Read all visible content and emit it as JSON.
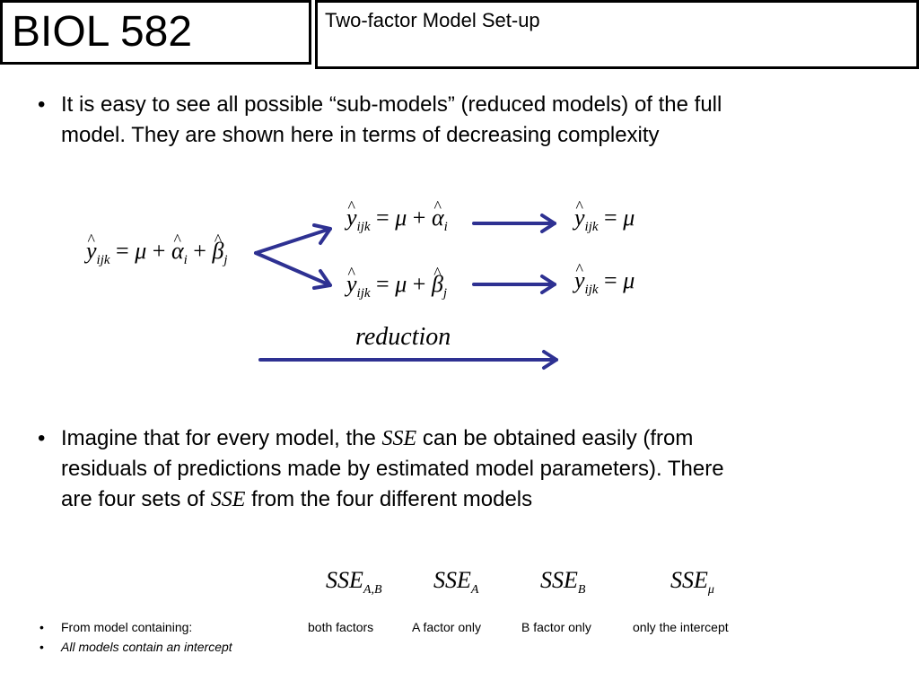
{
  "header": {
    "course": "BIOL 582",
    "title": "Two-factor Model Set-up"
  },
  "bullets": {
    "first_line1": "It is easy to see all possible “sub-models” (reduced models) of the full",
    "first_line2": "model.  They are shown here in terms of decreasing complexity",
    "second_line1_pre": "Imagine that for every model, the ",
    "second_line1_sse": "SSE",
    "second_line1_post": " can be obtained easily (from",
    "second_line2": "residuals of predictions made by estimated model parameters).  There",
    "second_line3_pre": "are four sets of ",
    "second_line3_sse": "SSE",
    "second_line3_post": " from the four different models"
  },
  "diagram": {
    "reduction_label": "reduction"
  },
  "sse_terms": {
    "ab_base": "SSE",
    "ab_sub": "A,B",
    "a_base": "SSE",
    "a_sub": "A",
    "b_base": "SSE",
    "b_sub": "B",
    "mu_base": "SSE",
    "mu_sub": "μ"
  },
  "footnotes": {
    "row_label": "From model containing:",
    "both": "both factors",
    "a_only": "A factor only",
    "b_only": "B factor only",
    "intercept": "only the intercept",
    "note": "All models contain an intercept"
  },
  "colors": {
    "arrow": "#2e3192"
  }
}
